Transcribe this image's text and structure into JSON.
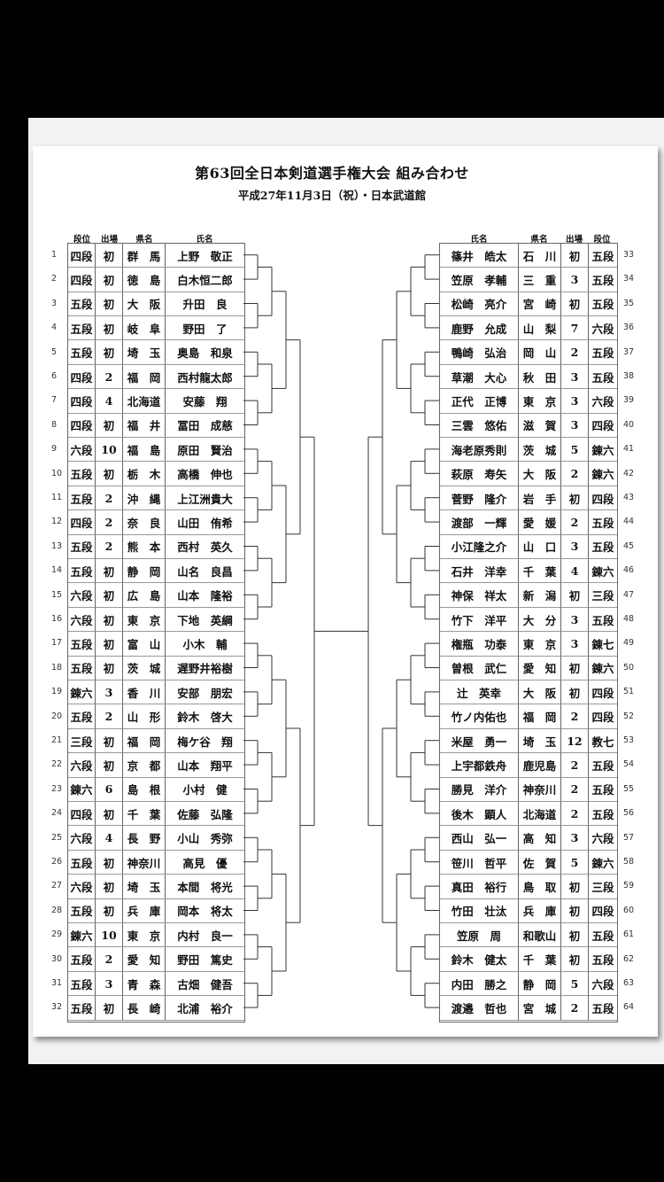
{
  "title": "第63回全日本剣道選手権大会 組み合わせ",
  "subtitle": "平成27年11月3日（祝）・日本武道館",
  "headers": {
    "left": [
      "段位",
      "出場",
      "県名",
      "氏名"
    ],
    "right": [
      "氏名",
      "県名",
      "出場",
      "段位"
    ]
  },
  "left_players": [
    {
      "no": "1",
      "dan": "四段",
      "times": "初",
      "pref": "群　馬",
      "name": "上野　敬正"
    },
    {
      "no": "2",
      "dan": "四段",
      "times": "初",
      "pref": "徳　島",
      "name": "白木恒二郎"
    },
    {
      "no": "3",
      "dan": "五段",
      "times": "初",
      "pref": "大　阪",
      "name": "升田　良"
    },
    {
      "no": "4",
      "dan": "五段",
      "times": "初",
      "pref": "岐　阜",
      "name": "野田　了"
    },
    {
      "no": "5",
      "dan": "五段",
      "times": "初",
      "pref": "埼　玉",
      "name": "奥島　和泉"
    },
    {
      "no": "6",
      "dan": "四段",
      "times": "2",
      "pref": "福　岡",
      "name": "西村龍太郎"
    },
    {
      "no": "7",
      "dan": "四段",
      "times": "4",
      "pref": "北海道",
      "name": "安藤　翔"
    },
    {
      "no": "8",
      "dan": "四段",
      "times": "初",
      "pref": "福　井",
      "name": "冨田　成慈"
    },
    {
      "no": "9",
      "dan": "六段",
      "times": "10",
      "pref": "福　島",
      "name": "原田　賢治"
    },
    {
      "no": "10",
      "dan": "五段",
      "times": "初",
      "pref": "栃　木",
      "name": "高橋　伸也"
    },
    {
      "no": "11",
      "dan": "五段",
      "times": "2",
      "pref": "沖　縄",
      "name": "上江洲貴大"
    },
    {
      "no": "12",
      "dan": "四段",
      "times": "2",
      "pref": "奈　良",
      "name": "山田　侑希"
    },
    {
      "no": "13",
      "dan": "五段",
      "times": "2",
      "pref": "熊　本",
      "name": "西村　英久"
    },
    {
      "no": "14",
      "dan": "五段",
      "times": "初",
      "pref": "静　岡",
      "name": "山名　良昌"
    },
    {
      "no": "15",
      "dan": "六段",
      "times": "初",
      "pref": "広　島",
      "name": "山本　隆裕"
    },
    {
      "no": "16",
      "dan": "六段",
      "times": "初",
      "pref": "東　京",
      "name": "下地　英綱"
    },
    {
      "no": "17",
      "dan": "五段",
      "times": "初",
      "pref": "富　山",
      "name": "小木　輔"
    },
    {
      "no": "18",
      "dan": "五段",
      "times": "初",
      "pref": "茨　城",
      "name": "遅野井裕樹"
    },
    {
      "no": "19",
      "dan": "錬六",
      "times": "3",
      "pref": "香　川",
      "name": "安部　朋宏"
    },
    {
      "no": "20",
      "dan": "五段",
      "times": "2",
      "pref": "山　形",
      "name": "鈴木　啓大"
    },
    {
      "no": "21",
      "dan": "三段",
      "times": "初",
      "pref": "福　岡",
      "name": "梅ケ谷　翔"
    },
    {
      "no": "22",
      "dan": "六段",
      "times": "初",
      "pref": "京　都",
      "name": "山本　翔平"
    },
    {
      "no": "23",
      "dan": "錬六",
      "times": "6",
      "pref": "島　根",
      "name": "小村　健"
    },
    {
      "no": "24",
      "dan": "四段",
      "times": "初",
      "pref": "千　葉",
      "name": "佐藤　弘隆"
    },
    {
      "no": "25",
      "dan": "六段",
      "times": "4",
      "pref": "長　野",
      "name": "小山　秀弥"
    },
    {
      "no": "26",
      "dan": "五段",
      "times": "初",
      "pref": "神奈川",
      "name": "高見　優"
    },
    {
      "no": "27",
      "dan": "六段",
      "times": "初",
      "pref": "埼　玉",
      "name": "本間　将光"
    },
    {
      "no": "28",
      "dan": "五段",
      "times": "初",
      "pref": "兵　庫",
      "name": "岡本　将太"
    },
    {
      "no": "29",
      "dan": "錬六",
      "times": "10",
      "pref": "東　京",
      "name": "内村　良一"
    },
    {
      "no": "30",
      "dan": "五段",
      "times": "2",
      "pref": "愛　知",
      "name": "野田　篤史"
    },
    {
      "no": "31",
      "dan": "五段",
      "times": "3",
      "pref": "青　森",
      "name": "古畑　健吾"
    },
    {
      "no": "32",
      "dan": "五段",
      "times": "初",
      "pref": "長　崎",
      "name": "北浦　裕介"
    }
  ],
  "right_players": [
    {
      "no": "33",
      "name": "篠井　皓太",
      "pref": "石　川",
      "times": "初",
      "dan": "五段"
    },
    {
      "no": "34",
      "name": "笠原　孝輔",
      "pref": "三　重",
      "times": "3",
      "dan": "五段"
    },
    {
      "no": "35",
      "name": "松崎　亮介",
      "pref": "宮　崎",
      "times": "初",
      "dan": "五段"
    },
    {
      "no": "36",
      "name": "鹿野　允成",
      "pref": "山　梨",
      "times": "7",
      "dan": "六段"
    },
    {
      "no": "37",
      "name": "鴨崎　弘治",
      "pref": "岡　山",
      "times": "2",
      "dan": "五段"
    },
    {
      "no": "38",
      "name": "草潮　大心",
      "pref": "秋　田",
      "times": "3",
      "dan": "五段"
    },
    {
      "no": "39",
      "name": "正代　正博",
      "pref": "東　京",
      "times": "3",
      "dan": "六段"
    },
    {
      "no": "40",
      "name": "三雲　悠佑",
      "pref": "滋　賀",
      "times": "3",
      "dan": "四段"
    },
    {
      "no": "41",
      "name": "海老原秀則",
      "pref": "茨　城",
      "times": "5",
      "dan": "錬六"
    },
    {
      "no": "42",
      "name": "萩原　寿矢",
      "pref": "大　阪",
      "times": "2",
      "dan": "錬六"
    },
    {
      "no": "43",
      "name": "菅野　隆介",
      "pref": "岩　手",
      "times": "初",
      "dan": "四段"
    },
    {
      "no": "44",
      "name": "渡部　一輝",
      "pref": "愛　媛",
      "times": "2",
      "dan": "五段"
    },
    {
      "no": "45",
      "name": "小江隆之介",
      "pref": "山　口",
      "times": "3",
      "dan": "五段"
    },
    {
      "no": "46",
      "name": "石井　洋幸",
      "pref": "千　葉",
      "times": "4",
      "dan": "錬六"
    },
    {
      "no": "47",
      "name": "神保　祥太",
      "pref": "新　潟",
      "times": "初",
      "dan": "三段"
    },
    {
      "no": "48",
      "name": "竹下　洋平",
      "pref": "大　分",
      "times": "3",
      "dan": "五段"
    },
    {
      "no": "49",
      "name": "権瓶　功泰",
      "pref": "東　京",
      "times": "3",
      "dan": "錬七"
    },
    {
      "no": "50",
      "name": "曽根　武仁",
      "pref": "愛　知",
      "times": "初",
      "dan": "錬六"
    },
    {
      "no": "51",
      "name": "辻　英幸",
      "pref": "大　阪",
      "times": "初",
      "dan": "四段"
    },
    {
      "no": "52",
      "name": "竹ノ内佑也",
      "pref": "福　岡",
      "times": "2",
      "dan": "四段"
    },
    {
      "no": "53",
      "name": "米屋　勇一",
      "pref": "埼　玉",
      "times": "12",
      "dan": "教七"
    },
    {
      "no": "54",
      "name": "上宇都鉄舟",
      "pref": "鹿児島",
      "times": "2",
      "dan": "五段"
    },
    {
      "no": "55",
      "name": "勝見　洋介",
      "pref": "神奈川",
      "times": "2",
      "dan": "五段"
    },
    {
      "no": "56",
      "name": "後木　顕人",
      "pref": "北海道",
      "times": "2",
      "dan": "五段"
    },
    {
      "no": "57",
      "name": "西山　弘一",
      "pref": "高　知",
      "times": "3",
      "dan": "六段"
    },
    {
      "no": "58",
      "name": "笹川　哲平",
      "pref": "佐　賀",
      "times": "5",
      "dan": "錬六"
    },
    {
      "no": "59",
      "name": "真田　裕行",
      "pref": "鳥　取",
      "times": "初",
      "dan": "三段"
    },
    {
      "no": "60",
      "name": "竹田　壮汰",
      "pref": "兵　庫",
      "times": "初",
      "dan": "四段"
    },
    {
      "no": "61",
      "name": "笠原　周",
      "pref": "和歌山",
      "times": "初",
      "dan": "五段"
    },
    {
      "no": "62",
      "name": "鈴木　健太",
      "pref": "千　葉",
      "times": "初",
      "dan": "五段"
    },
    {
      "no": "63",
      "name": "内田　勝之",
      "pref": "静　岡",
      "times": "5",
      "dan": "六段"
    },
    {
      "no": "64",
      "name": "渡邉　哲也",
      "pref": "宮　城",
      "times": "2",
      "dan": "五段"
    }
  ]
}
